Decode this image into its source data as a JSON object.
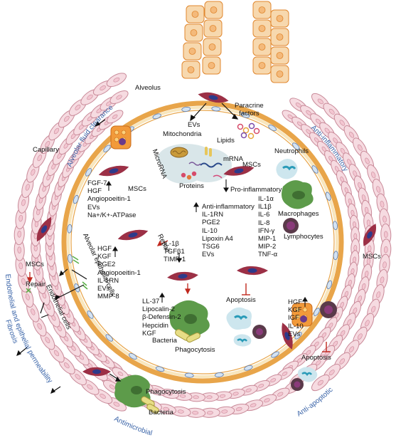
{
  "labels": {
    "alveolus": "Alveolus",
    "evs": "EVs",
    "paracrine_factors": "Paracrine\nfactors",
    "mitochondria": "Mitochondria",
    "lipids": "Lipids",
    "mrna": "mRNA",
    "microrna": "MicroRNA",
    "msc_top": "MSCs",
    "msc_left": "MSCs",
    "msc_left_outer": "MSCs",
    "msc_right": "MSCs",
    "proteins": "Proteins",
    "capillary": "Capillary",
    "neutrophils": "Neutrophils",
    "macrophages": "Macrophages",
    "lymphocytes": "Lymphocytes",
    "repair_left": "Repair",
    "repair_inner": "Repair",
    "alveolar_epithelial_cells": "Alveolar epithelial cells",
    "endothelial_cells": "Endothelial cells",
    "apoptosis_inner": "Apoptosis",
    "apoptosis_outer": "Apoptosis",
    "bacteria_inner": "Bacteria",
    "phagocytosis_inner": "Phagocytosis",
    "phagocytosis_outer": "Phagocytosis",
    "bacteria_outer": "Bacteria",
    "pro_inflammatory": "Pro-inflammatory",
    "anti_inflammatory_title": "Anti-inflammatory"
  },
  "arcs": {
    "alveolar_fluid_clearance": "Alveolar fluid clearance",
    "anti_inflammatory": "Anti-inflammatory",
    "endothelial_epithelial": "Endothelial and epithelial permeability",
    "fibrosis": "Fibrosis",
    "antimicrobial": "Antimicrobial",
    "anti_apoptotic": "Anti-apoptotic"
  },
  "lists": {
    "fluid_clearance": [
      "FGF-7",
      "HGF",
      "Angiopoeitin-1",
      "EVs",
      "Na+/K+-ATPase"
    ],
    "anti_inflammatory": [
      "Anti-inflammatory",
      "IL-1RN",
      "PGE2",
      "IL-10",
      "Lipoxin A4",
      "TSG6",
      "EVs"
    ],
    "pro_inflammatory": [
      "IL-1α",
      "IL1β",
      "IL-6",
      "IL-8",
      "IFN-γ",
      "MIP-1",
      "MIP-2",
      "TNF-α"
    ],
    "fibrosis_down": [
      "IL-1β",
      "TGFβ1",
      "TIMP-1"
    ],
    "repair_factors": [
      "HGF",
      "KGF",
      "PGE2",
      "Angiopoeitin-1",
      "IL-1RN",
      "EVs",
      "MMP-8"
    ],
    "antimicrobial": [
      "LL-37",
      "Lipocalin-2",
      "β-Defensin-2",
      "Hepcidin",
      "KGF"
    ],
    "anti_apoptotic": [
      "HGF",
      "KGF",
      "IGF",
      "IL-10",
      "EVs"
    ]
  },
  "colors": {
    "epithelial_fill": "#f7d8ae",
    "epithelial_stroke": "#e0872f",
    "membrane_outer": "#e8a54a",
    "membrane_inner": "#f8e6bd",
    "endothelial_fill": "#f6dbe1",
    "endothelial_stroke": "#c98a99",
    "msc_fill": "#9c3046",
    "msc_nucleus": "#2d3a8a",
    "macrophage": "#5d9b4a",
    "macrophage_dark": "#3f6f32",
    "lymphocyte": "#5a3a4a",
    "lymph_nucleus": "#7a2a6a",
    "neutrophil": "#cde6ee",
    "neutrophil_nuc": "#2a9bb8",
    "mito_cloud": "#d9e6e9",
    "arc_text": "#3a64a8"
  }
}
